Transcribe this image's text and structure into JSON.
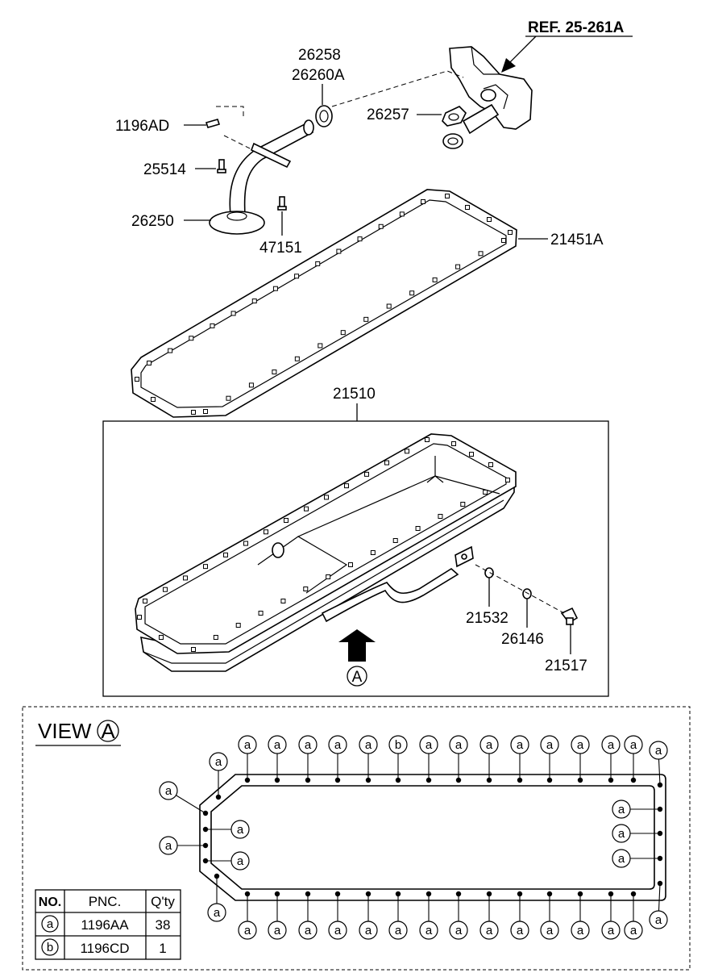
{
  "parts": {
    "ref": "REF. 25-261A",
    "p26258": "26258",
    "p26260a": "26260A",
    "p1196ad": "1196AD",
    "p26257": "26257",
    "p25514": "25514",
    "p26250": "26250",
    "p47151": "47151",
    "p21451a": "21451A",
    "p21510": "21510",
    "p21532": "21532",
    "p26146": "26146",
    "p21517": "21517",
    "view_marker": "A"
  },
  "view": {
    "title": "VIEW",
    "marker": "A",
    "top_row": [
      "a",
      "a",
      "a",
      "a",
      "a",
      "b",
      "a",
      "a",
      "a",
      "a",
      "a",
      "a",
      "a",
      "a"
    ],
    "bottom_row": [
      "a",
      "a",
      "a",
      "a",
      "a",
      "a",
      "a",
      "a",
      "a",
      "a",
      "a",
      "a",
      "a",
      "a"
    ],
    "left_outer": [
      "a",
      "a",
      "a",
      "a"
    ],
    "left_inner": [
      "a",
      "a"
    ],
    "right_inner": [
      "a",
      "a",
      "a"
    ],
    "right_outer": [
      "a",
      "a"
    ]
  },
  "table": {
    "headers": [
      "NO.",
      "PNC.",
      "Q'ty"
    ],
    "rows": [
      {
        "no": "a",
        "pnc": "1196AA",
        "qty": "38"
      },
      {
        "no": "b",
        "pnc": "1196CD",
        "qty": "1"
      }
    ]
  }
}
